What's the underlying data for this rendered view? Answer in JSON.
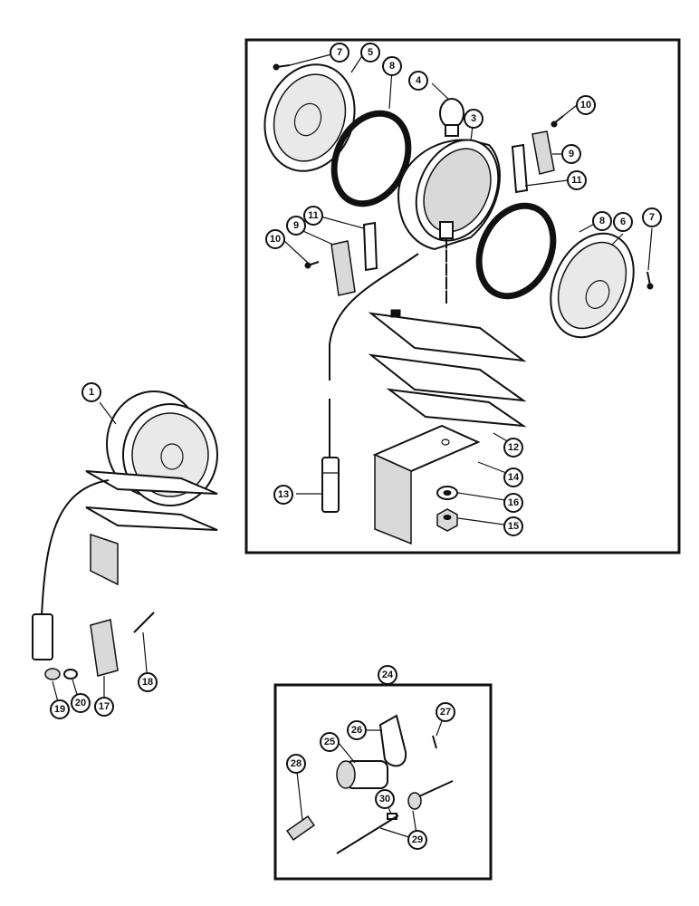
{
  "callouts": {
    "c1": "1",
    "c3": "3",
    "c4": "4",
    "c5": "5",
    "c6": "6",
    "c7a": "7",
    "c7b": "7",
    "c8a": "8",
    "c8b": "8",
    "c9a": "9",
    "c9b": "9",
    "c10a": "10",
    "c10b": "10",
    "c11a": "11",
    "c11b": "11",
    "c12": "12",
    "c13": "13",
    "c14": "14",
    "c15": "15",
    "c16": "16",
    "c17": "17",
    "c18": "18",
    "c19": "19",
    "c20": "20",
    "c24": "24",
    "c25": "25",
    "c26": "26",
    "c27": "27",
    "c28": "28",
    "c29": "29",
    "c30": "30"
  }
}
